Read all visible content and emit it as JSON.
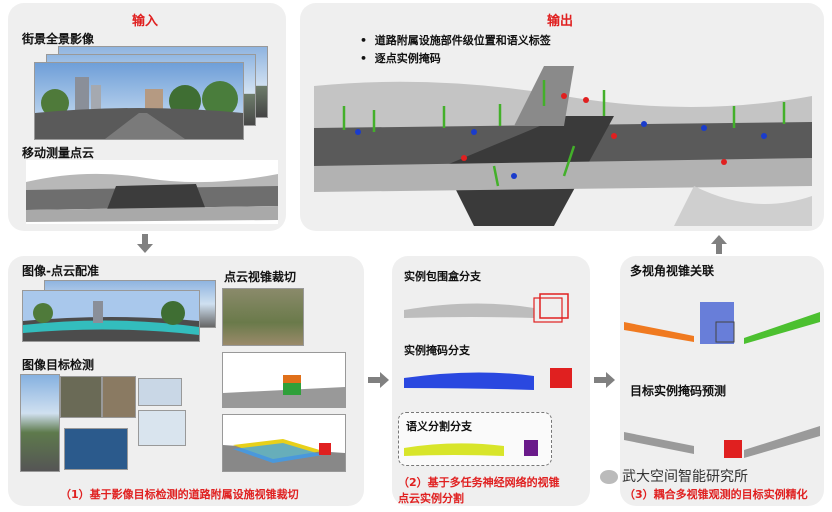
{
  "input_panel": {
    "title": "输入",
    "street_label": "街景全景影像",
    "cloud_label": "移动测量点云"
  },
  "output_panel": {
    "title": "输出",
    "bullets": [
      "道路附属设施部件级位置和语义标签",
      "逐点实例掩码"
    ]
  },
  "step1": {
    "registration_label": "图像-点云配准",
    "frustum_label": "点云视锥裁切",
    "detection_label": "图像目标检测",
    "caption": "（1）基于影像目标检测的道路附属设施视锥裁切"
  },
  "step2": {
    "bbox_label": "实例包围盒分支",
    "mask_label": "实例掩码分支",
    "semantic_label": "语义分割分支",
    "caption_line1": "（2）基于多任务神经网络的视锥",
    "caption_line2": "点云实例分割"
  },
  "step3": {
    "association_label": "多视角视锥关联",
    "mask_predict_label": "目标实例掩码预测",
    "caption": "（3）耦合多视锥观测的目标实例精化"
  },
  "watermark": "武大空间智能研究所",
  "colors": {
    "accent_red": "#e02020",
    "panel_bg": "#efefef",
    "arrow_gray": "#808080"
  }
}
